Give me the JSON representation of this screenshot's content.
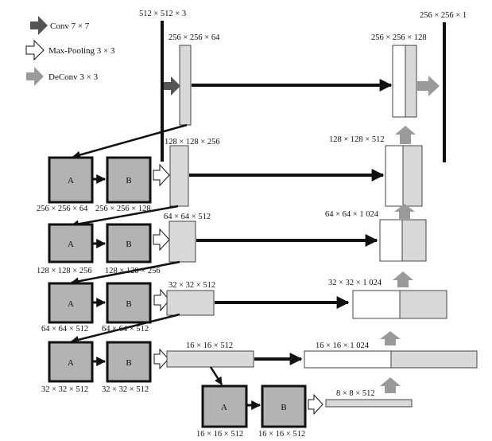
{
  "legend": {
    "conv": "Conv 7 × 7",
    "maxpool": "Max-Pooling 3 × 3",
    "deconv": "DeConv 3 × 3"
  },
  "block_letters": {
    "a": "A",
    "b": "B"
  },
  "sizes": {
    "input": "512 × 512 × 3",
    "output": "256 × 256 × 1",
    "enc1": "256 × 256 × 64",
    "dec1": "256 × 256 × 128",
    "enc2": "128 × 128 × 256",
    "dec2": "128 × 128 × 512",
    "r2a": "256 × 256 × 64",
    "r2b": "256 × 256 × 128",
    "enc3": "64 × 64 × 512",
    "dec3": "64 × 64 × 1 024",
    "r3a": "128 × 128 × 256",
    "r3b": "128 × 128 × 256",
    "enc4": "32 × 32 × 512",
    "dec4": "32 × 32 × 1 024",
    "r4a": "64 × 64 × 512",
    "r4b": "64 × 64 × 512",
    "enc5": "16 × 16 × 512",
    "dec5": "16 × 16 × 1 024",
    "r5a": "32 × 32 × 512",
    "r5b": "32 × 32 × 512",
    "enc6": "8 × 8 × 512",
    "r6a": "16 × 16 × 512",
    "r6b": "16 × 16 × 512"
  },
  "colors": {
    "block_fill": "#b3b3b3",
    "feature_fill": "#d9d9d9",
    "arrow_dark": "#555555",
    "arrow_gray": "#9a9a9a",
    "line": "#111111"
  }
}
